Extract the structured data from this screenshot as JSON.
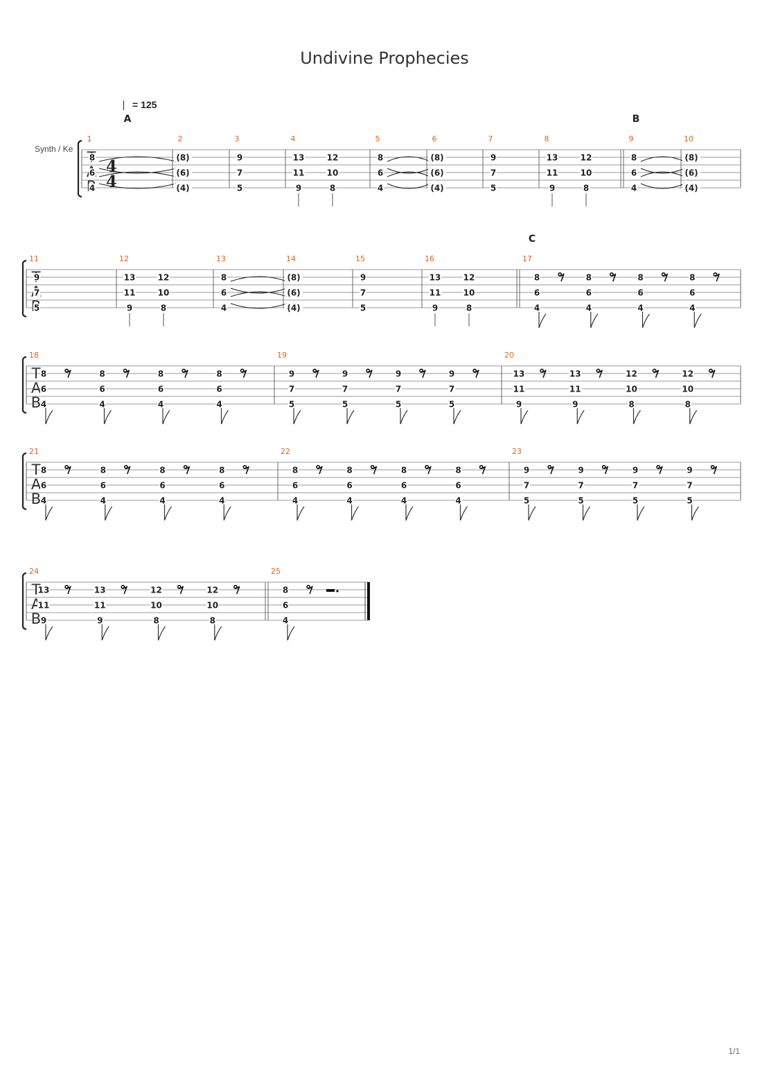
{
  "title": "Undivine Prophecies",
  "tempo_label": "= 125",
  "instrument": "Synth / Ke",
  "time_signature": [
    "4",
    "4"
  ],
  "clef": [
    "T",
    "A",
    "B"
  ],
  "page_number": "1/1",
  "sections": [
    {
      "label": "A",
      "measure": 1
    },
    {
      "label": "B",
      "measure": 9
    },
    {
      "label": "C",
      "measure": 17
    }
  ],
  "systems": [
    {
      "measures": [
        {
          "n": "1",
          "beats": [
            [
              "8",
              "6",
              "4"
            ]
          ],
          "tie_out": true
        },
        {
          "n": "2",
          "beats": [
            [
              "(8)",
              "(6)",
              "(4)"
            ]
          ]
        },
        {
          "n": "3",
          "beats": [
            [
              "9",
              "7",
              "5"
            ]
          ]
        },
        {
          "n": "4",
          "beats": [
            [
              "13",
              "11",
              "9"
            ],
            [
              "12",
              "10",
              "8"
            ]
          ],
          "stems": true
        },
        {
          "n": "5",
          "beats": [
            [
              "8",
              "6",
              "4"
            ]
          ],
          "tie_out": true
        },
        {
          "n": "6",
          "beats": [
            [
              "(8)",
              "(6)",
              "(4)"
            ]
          ]
        },
        {
          "n": "7",
          "beats": [
            [
              "9",
              "7",
              "5"
            ]
          ]
        },
        {
          "n": "8",
          "beats": [
            [
              "13",
              "11",
              "9"
            ],
            [
              "12",
              "10",
              "8"
            ]
          ],
          "stems": true
        },
        {
          "n": "9",
          "beats": [
            [
              "8",
              "6",
              "4"
            ]
          ],
          "tie_out": true
        },
        {
          "n": "10",
          "beats": [
            [
              "(8)",
              "(6)",
              "(4)"
            ]
          ]
        }
      ]
    },
    {
      "measures": [
        {
          "n": "11",
          "beats": [
            [
              "9",
              "7",
              "5"
            ]
          ]
        },
        {
          "n": "12",
          "beats": [
            [
              "13",
              "11",
              "9"
            ],
            [
              "12",
              "10",
              "8"
            ]
          ],
          "stems": true
        },
        {
          "n": "13",
          "beats": [
            [
              "8",
              "6",
              "4"
            ]
          ],
          "tie_out": true
        },
        {
          "n": "14",
          "beats": [
            [
              "(8)",
              "(6)",
              "(4)"
            ]
          ]
        },
        {
          "n": "15",
          "beats": [
            [
              "9",
              "7",
              "5"
            ]
          ]
        },
        {
          "n": "16",
          "beats": [
            [
              "13",
              "11",
              "9"
            ],
            [
              "12",
              "10",
              "8"
            ]
          ],
          "stems": true
        },
        {
          "n": "17",
          "beats": [
            [
              "8",
              "6",
              "4"
            ],
            [
              "8",
              "6",
              "4"
            ],
            [
              "8",
              "6",
              "4"
            ],
            [
              "8",
              "6",
              "4"
            ]
          ],
          "eighths": true
        }
      ]
    },
    {
      "measures": [
        {
          "n": "18",
          "beats": [
            [
              "8",
              "6",
              "4"
            ],
            [
              "8",
              "6",
              "4"
            ],
            [
              "8",
              "6",
              "4"
            ],
            [
              "8",
              "6",
              "4"
            ]
          ],
          "eighths": true
        },
        {
          "n": "19",
          "beats": [
            [
              "9",
              "7",
              "5"
            ],
            [
              "9",
              "7",
              "5"
            ],
            [
              "9",
              "7",
              "5"
            ],
            [
              "9",
              "7",
              "5"
            ]
          ],
          "eighths": true
        },
        {
          "n": "20",
          "beats": [
            [
              "13",
              "11",
              "9"
            ],
            [
              "13",
              "11",
              "9"
            ],
            [
              "12",
              "10",
              "8"
            ],
            [
              "12",
              "10",
              "8"
            ]
          ],
          "eighths": true
        }
      ]
    },
    {
      "measures": [
        {
          "n": "21",
          "beats": [
            [
              "8",
              "6",
              "4"
            ],
            [
              "8",
              "6",
              "4"
            ],
            [
              "8",
              "6",
              "4"
            ],
            [
              "8",
              "6",
              "4"
            ]
          ],
          "eighths": true
        },
        {
          "n": "22",
          "beats": [
            [
              "8",
              "6",
              "4"
            ],
            [
              "8",
              "6",
              "4"
            ],
            [
              "8",
              "6",
              "4"
            ],
            [
              "8",
              "6",
              "4"
            ]
          ],
          "eighths": true
        },
        {
          "n": "23",
          "beats": [
            [
              "9",
              "7",
              "5"
            ],
            [
              "9",
              "7",
              "5"
            ],
            [
              "9",
              "7",
              "5"
            ],
            [
              "9",
              "7",
              "5"
            ]
          ],
          "eighths": true
        }
      ]
    },
    {
      "measures": [
        {
          "n": "24",
          "beats": [
            [
              "13",
              "11",
              "9"
            ],
            [
              "13",
              "11",
              "9"
            ],
            [
              "12",
              "10",
              "8"
            ],
            [
              "12",
              "10",
              "8"
            ]
          ],
          "eighths": true
        },
        {
          "n": "25",
          "beats": [
            [
              "8",
              "6",
              "4"
            ]
          ],
          "eighths": true,
          "final_rest": true
        }
      ]
    }
  ]
}
